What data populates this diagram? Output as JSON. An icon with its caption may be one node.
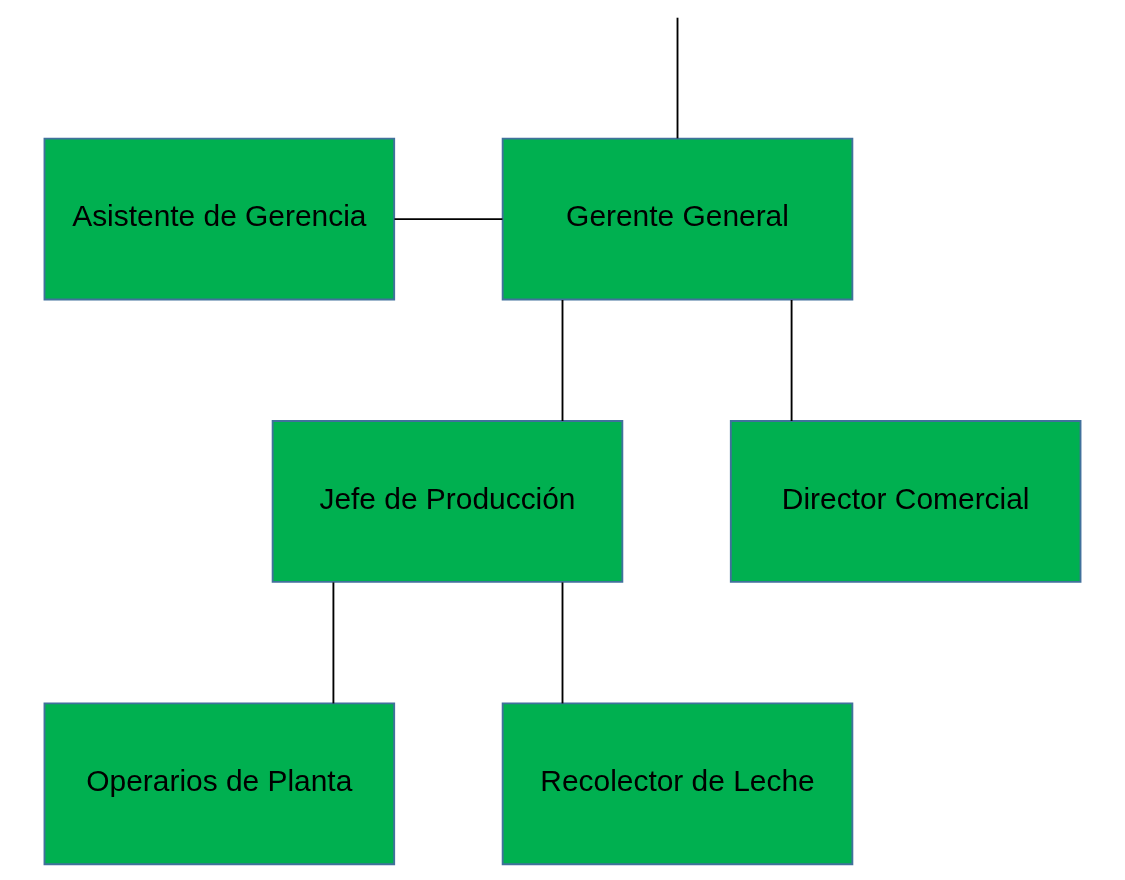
{
  "diagram": {
    "nodes": [
      {
        "text": [
          "Asistente de Gerencia"
        ]
      },
      {
        "text": [
          "Gerente General"
        ]
      },
      {
        "text": [
          "Jefe de Producción"
        ]
      },
      {
        "text": [
          "Director Comercial"
        ]
      },
      {
        "text": [
          "Operarios de Planta"
        ]
      },
      {
        "text": [
          "Recolector de Leche"
        ]
      }
    ],
    "edges": [
      {
        "from": null,
        "to": 1,
        "arrow": "none"
      },
      {
        "from": 0,
        "to": 1,
        "arrow": "none"
      },
      {
        "from": 1,
        "to": 2,
        "arrow": "none"
      },
      {
        "from": 1,
        "to": 3,
        "arrow": "none"
      },
      {
        "from": 2,
        "to": 4,
        "arrow": "none"
      },
      {
        "from": 2,
        "to": 5,
        "arrow": "none"
      }
    ]
  }
}
